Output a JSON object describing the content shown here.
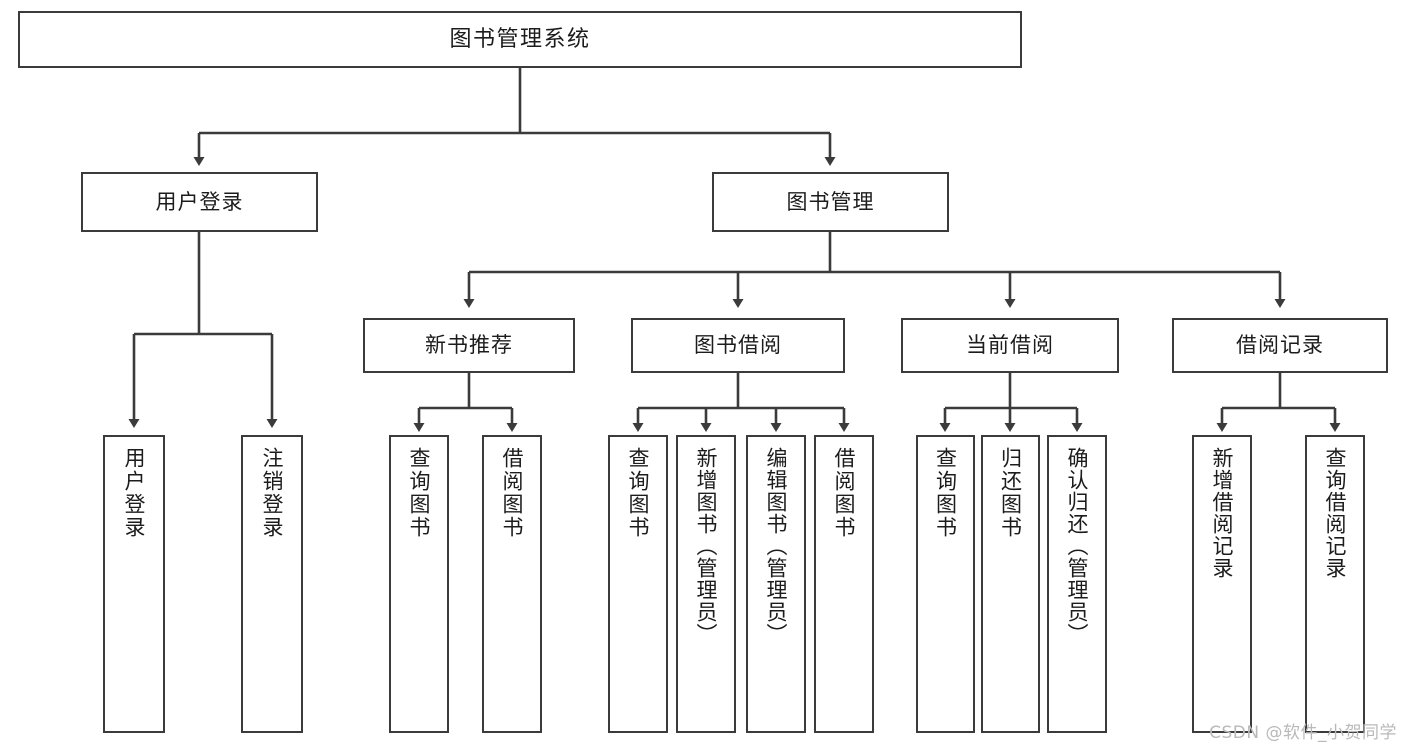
{
  "diagram": {
    "title": "图书管理系统",
    "type": "tree",
    "watermark": "CSDN @软件_小贺同学",
    "colors": {
      "box_border": "#3b3b3b",
      "box_fill": "#ffffff",
      "connector": "#3b3b3b",
      "text": "#1c1c1c",
      "watermark": "#b9b9b9",
      "background": "#ffffff"
    },
    "nodes": {
      "root": {
        "label": "图书管理系统"
      },
      "level2": [
        {
          "label": "用户登录"
        },
        {
          "label": "图书管理"
        }
      ],
      "level3": [
        {
          "label": "新书推荐"
        },
        {
          "label": "图书借阅"
        },
        {
          "label": "当前借阅"
        },
        {
          "label": "借阅记录"
        }
      ],
      "leaves": {
        "user_login": [
          {
            "label": "用户登录"
          },
          {
            "label": "注销登录"
          }
        ],
        "new_book_recommend": [
          {
            "label": "查询图书"
          },
          {
            "label": "借阅图书"
          }
        ],
        "book_borrow": [
          {
            "label": "查询图书"
          },
          {
            "label": "新增图书（管理员）"
          },
          {
            "label": "编辑图书（管理员）"
          },
          {
            "label": "借阅图书"
          }
        ],
        "current_borrow": [
          {
            "label": "查询图书"
          },
          {
            "label": "归还图书"
          },
          {
            "label": "确认归还（管理员）"
          }
        ],
        "borrow_record": [
          {
            "label": "新增借阅记录"
          },
          {
            "label": "查询借阅记录"
          }
        ]
      }
    }
  }
}
